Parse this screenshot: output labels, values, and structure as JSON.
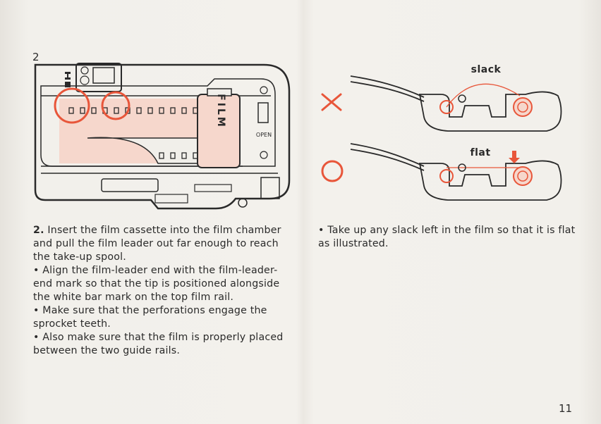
{
  "figure": {
    "number": "2",
    "film_label": "FILM",
    "open_label": "OPEN",
    "slack_label": "slack",
    "flat_label": "flat"
  },
  "left_column": {
    "step_number": "2.",
    "step_text": " Insert the film cassette into the film chamber and pull the film leader out far enough to reach the take-up spool.",
    "bullets": [
      "• Align the film-leader end with the film-leader-end mark so that the tip is positioned alongside the white bar mark on the top film rail.",
      "• Make sure that the perforations engage the sprocket teeth.",
      "• Also make sure that the film is properly placed between the two guide rails."
    ]
  },
  "right_column": {
    "bullet": "• Take up any slack left in the film so that it is flat as illustrated."
  },
  "page_number": "11",
  "colors": {
    "accent": "#e8563a",
    "ink": "#2a2a2a",
    "film": "#f6d7cc"
  }
}
